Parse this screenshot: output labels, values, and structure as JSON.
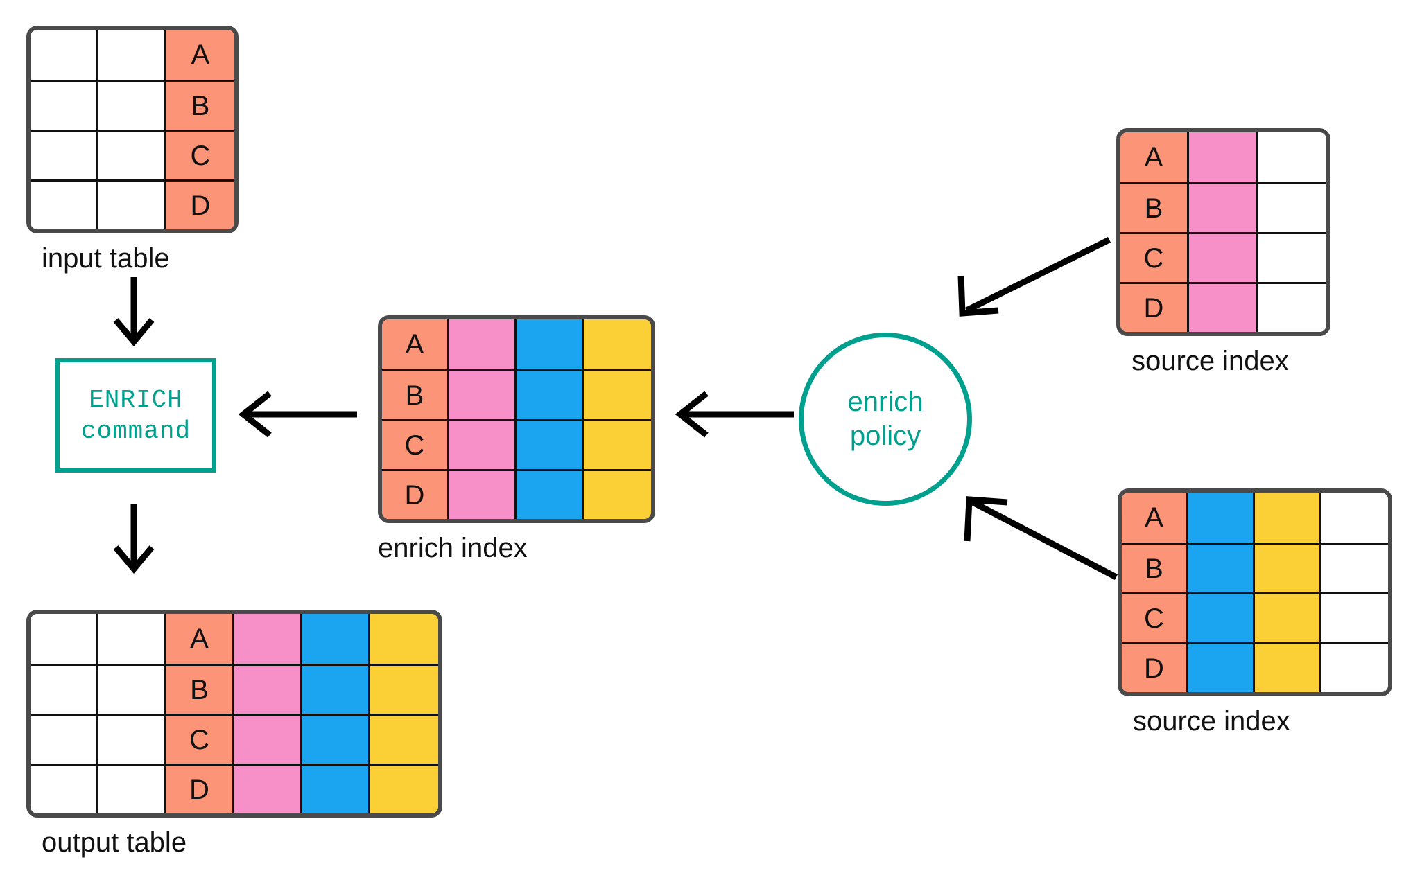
{
  "diagram": {
    "title": "ENRICH command enrich policy data flow",
    "colors": {
      "key_column": "#FC9478",
      "pink_column": "#F78FC8",
      "blue_column": "#1BA5F0",
      "yellow_column": "#FBD037",
      "empty_column": "#FFFFFF",
      "table_border": "#4A4A4A",
      "cell_grid": "#111111",
      "accent_teal": "#00A08F",
      "arrow": "#000000",
      "background": "#FFFFFF"
    },
    "row_keys": [
      "A",
      "B",
      "C",
      "D"
    ]
  },
  "input_table": {
    "caption": "input table",
    "columns": [
      {
        "fill": "#FFFFFF",
        "label": ""
      },
      {
        "fill": "#FFFFFF",
        "label": ""
      },
      {
        "fill": "#FC9478",
        "label": "key"
      }
    ],
    "rows": [
      [
        "",
        "",
        "A"
      ],
      [
        "",
        "",
        "B"
      ],
      [
        "",
        "",
        "C"
      ],
      [
        "",
        "",
        "D"
      ]
    ]
  },
  "enrich_command": {
    "line1": "ENRICH",
    "line2": "command"
  },
  "enrich_index": {
    "caption": "enrich index",
    "columns": [
      {
        "fill": "#FC9478",
        "label": "key"
      },
      {
        "fill": "#F78FC8",
        "label": "pink"
      },
      {
        "fill": "#1BA5F0",
        "label": "blue"
      },
      {
        "fill": "#FBD037",
        "label": "yellow"
      }
    ],
    "rows": [
      [
        "A",
        "",
        "",
        ""
      ],
      [
        "B",
        "",
        "",
        ""
      ],
      [
        "C",
        "",
        "",
        ""
      ],
      [
        "D",
        "",
        "",
        ""
      ]
    ]
  },
  "enrich_policy": {
    "line1": "enrich",
    "line2": "policy"
  },
  "source_index_top": {
    "caption": "source index",
    "columns": [
      {
        "fill": "#FC9478",
        "label": "key"
      },
      {
        "fill": "#F78FC8",
        "label": "pink"
      },
      {
        "fill": "#FFFFFF",
        "label": ""
      }
    ],
    "rows": [
      [
        "A",
        "",
        ""
      ],
      [
        "B",
        "",
        ""
      ],
      [
        "C",
        "",
        ""
      ],
      [
        "D",
        "",
        ""
      ]
    ]
  },
  "source_index_bottom": {
    "caption": "source index",
    "columns": [
      {
        "fill": "#FC9478",
        "label": "key"
      },
      {
        "fill": "#1BA5F0",
        "label": "blue"
      },
      {
        "fill": "#FBD037",
        "label": "yellow"
      },
      {
        "fill": "#FFFFFF",
        "label": ""
      }
    ],
    "rows": [
      [
        "A",
        "",
        "",
        ""
      ],
      [
        "B",
        "",
        "",
        ""
      ],
      [
        "C",
        "",
        "",
        ""
      ],
      [
        "D",
        "",
        "",
        ""
      ]
    ]
  },
  "output_table": {
    "caption": "output table",
    "columns": [
      {
        "fill": "#FFFFFF",
        "label": ""
      },
      {
        "fill": "#FFFFFF",
        "label": ""
      },
      {
        "fill": "#FC9478",
        "label": "key"
      },
      {
        "fill": "#F78FC8",
        "label": "pink"
      },
      {
        "fill": "#1BA5F0",
        "label": "blue"
      },
      {
        "fill": "#FBD037",
        "label": "yellow"
      }
    ],
    "rows": [
      [
        "",
        "",
        "A",
        "",
        "",
        ""
      ],
      [
        "",
        "",
        "B",
        "",
        "",
        ""
      ],
      [
        "",
        "",
        "C",
        "",
        "",
        ""
      ],
      [
        "",
        "",
        "D",
        "",
        "",
        ""
      ]
    ]
  },
  "arrows": [
    {
      "name": "input-to-command",
      "direction": "down"
    },
    {
      "name": "command-to-output",
      "direction": "down"
    },
    {
      "name": "enrich-index-to-command",
      "direction": "left"
    },
    {
      "name": "policy-to-enrich-index",
      "direction": "left"
    },
    {
      "name": "source-index-top-to-policy",
      "direction": "down-left"
    },
    {
      "name": "source-index-bottom-to-policy",
      "direction": "up-left"
    }
  ]
}
